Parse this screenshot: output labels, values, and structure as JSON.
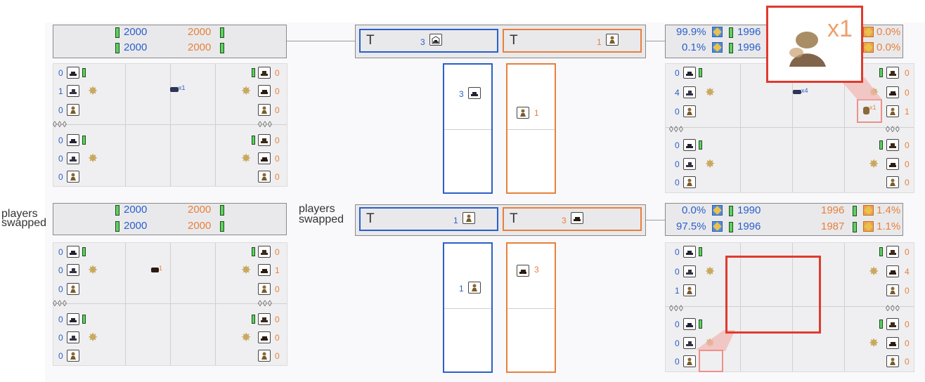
{
  "colors": {
    "blue": "#2b5fc9",
    "orange": "#e8803a",
    "green": "#5fd05f",
    "red": "#e03a2e"
  },
  "labels": {
    "players_swapped_1": "players",
    "players_swapped_2": "swapped",
    "t": "T"
  },
  "top": {
    "score_box": {
      "blue_top": "2000",
      "orange_top": "2000",
      "blue_bottom": "2000",
      "orange_bottom": "2000"
    },
    "t_blue_count": "3",
    "t_orange_count": "1",
    "col_blue_count": "3",
    "col_orange_count": "1",
    "result": {
      "pct_top": "99.9%",
      "val_top": "1996",
      "pct_bottom": "0.1%",
      "val_bottom": "1996",
      "orange_pct_top": "0.0%",
      "orange_pct_bottom": "0.0%"
    },
    "left_panel": {
      "left_nums": [
        "0",
        "1",
        "0",
        "0",
        "0",
        "0"
      ],
      "right_nums": [
        "0",
        "0",
        "0",
        "0",
        "0",
        "0"
      ],
      "marker": "x1"
    },
    "right_panel": {
      "left_nums": [
        "0",
        "4",
        "0",
        "0",
        "0",
        "0"
      ],
      "right_nums": [
        "0",
        "0",
        "1",
        "0",
        "0",
        "0"
      ],
      "marker": "x4",
      "small_marker": "x1"
    }
  },
  "bottom": {
    "score_box": {
      "blue_top": "2000",
      "orange_top": "2000",
      "blue_bottom": "2000",
      "orange_bottom": "2000"
    },
    "t_blue_count": "1",
    "t_orange_count": "3",
    "col_blue_count": "1",
    "col_orange_count": "3",
    "result": {
      "pct_top": "0.0%",
      "val_top": "1990",
      "orange_val_top": "1996",
      "orange_pct_top": "1.4%",
      "pct_bottom": "97.5%",
      "val_bottom": "1996",
      "orange_val_bottom": "1987",
      "orange_pct_bottom": "1.1%"
    },
    "left_panel": {
      "left_nums": [
        "0",
        "0",
        "0",
        "0",
        "0",
        "0"
      ],
      "right_nums": [
        "0",
        "1",
        "0",
        "0",
        "0",
        "0"
      ],
      "marker": "1"
    },
    "right_panel": {
      "left_nums": [
        "0",
        "0",
        "1",
        "0",
        "0",
        "0"
      ],
      "right_nums": [
        "0",
        "4",
        "0",
        "0",
        "0",
        "0"
      ]
    }
  },
  "zoom": {
    "label": "x1"
  },
  "icons": [
    "tank-icon",
    "crawler-icon",
    "soldier-icon",
    "sun-burst-icon",
    "diamond-icon",
    "blue-badge-icon",
    "orange-badge-icon"
  ]
}
